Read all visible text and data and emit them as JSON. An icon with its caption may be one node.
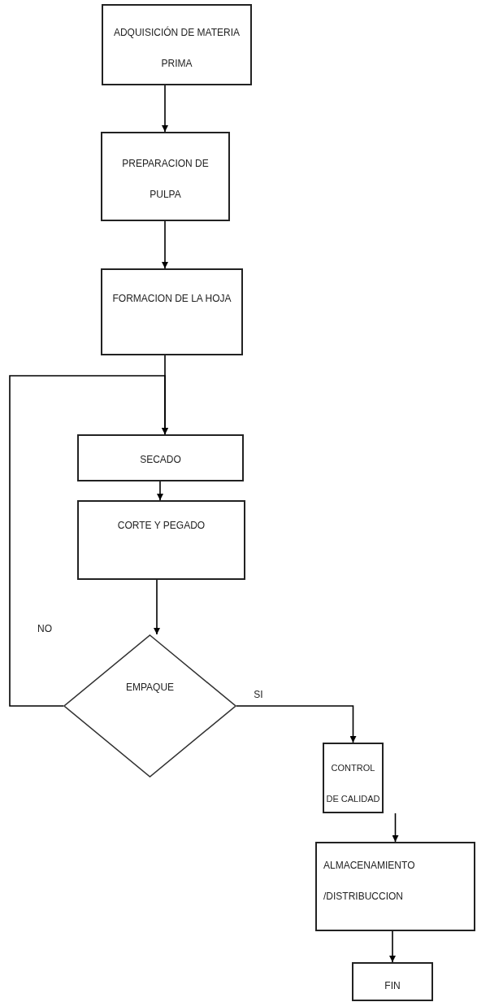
{
  "diagram": {
    "nodes": [
      {
        "text": [
          "ADQUISICIÓN DE MATERIA PRIMA"
        ]
      },
      {
        "text": [
          "PREPARACION DE PULPA"
        ]
      },
      {
        "text": [
          "FORMACION DE LA HOJA"
        ]
      },
      {
        "text": [
          "SECADO"
        ]
      },
      {
        "text": [
          "CORTE Y PEGADO"
        ]
      },
      {
        "text": [
          "EMPAQUE"
        ]
      },
      {
        "text": [
          "CONTROL DE CALIDAD"
        ]
      },
      {
        "text": [
          "ALMACENAMIENTO /DISTRIBUCCION"
        ]
      },
      {
        "text": [
          "FIN"
        ]
      }
    ],
    "edges": [
      {
        "from": 0,
        "to": 1,
        "arrow": "to"
      },
      {
        "from": 1,
        "to": 2,
        "arrow": "to"
      },
      {
        "from": 2,
        "to": 3,
        "arrow": "to"
      },
      {
        "from": 3,
        "to": 4,
        "arrow": "to"
      },
      {
        "from": 4,
        "to": 5,
        "arrow": "to"
      },
      {
        "from": 5,
        "to": 3,
        "arrow": "to",
        "label": "NO"
      },
      {
        "from": 5,
        "to": 6,
        "arrow": "to",
        "label": "SI"
      },
      {
        "from": 6,
        "to": 7,
        "arrow": "to"
      },
      {
        "from": 7,
        "to": 8,
        "arrow": "to"
      }
    ]
  }
}
